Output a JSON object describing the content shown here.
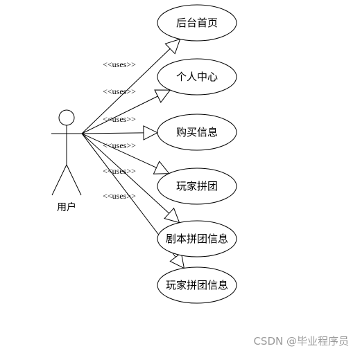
{
  "actor": {
    "label": "用户"
  },
  "use_cases": [
    {
      "label": "后台首页"
    },
    {
      "label": "个人中心"
    },
    {
      "label": "购买信息"
    },
    {
      "label": "玩家拼团"
    },
    {
      "label": "剧本拼团信息"
    },
    {
      "label": "玩家拼团信息"
    }
  ],
  "relationship_labels": [
    "<<uses>>",
    "<<uses>>",
    "<<uses>>",
    "<<uses>>",
    "<<uses>>",
    "<<uses>>"
  ],
  "watermark": "CSDN @毕业程序员"
}
